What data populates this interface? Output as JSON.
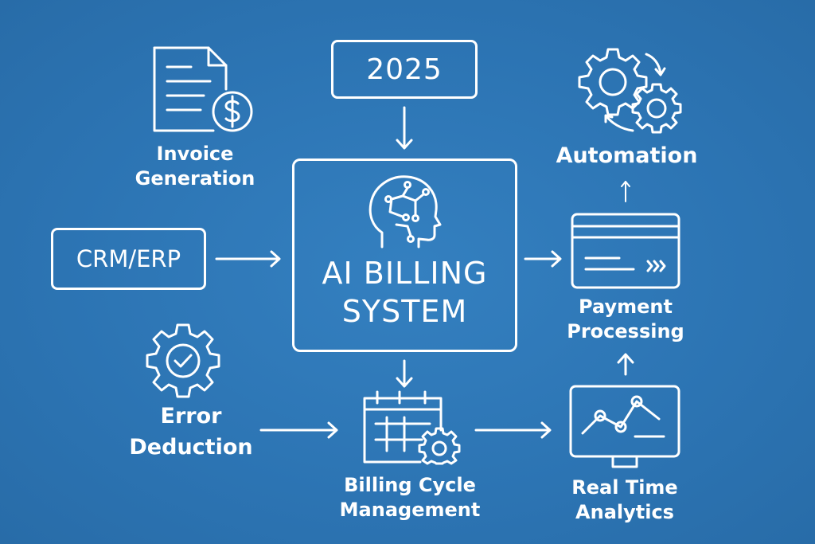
{
  "year": "2025",
  "center": {
    "line1": "AI BILLING",
    "line2": "SYSTEM"
  },
  "crm": "CRM/ERP",
  "invoice": {
    "line1": "Invoice",
    "line2": "Generation"
  },
  "automation": "Automation",
  "payment": {
    "line1": "Payment",
    "line2": "Processing"
  },
  "error": {
    "line1": "Error",
    "line2": "Deduction"
  },
  "billing": {
    "line1": "Billing Cycle",
    "line2": "Management"
  },
  "analytics": {
    "line1": "Real Time",
    "line2": "Analytics"
  },
  "colors": {
    "background": "#2e77b7",
    "stroke": "#ffffff"
  },
  "icons": [
    "invoice-dollar-icon",
    "gears-cycle-icon",
    "ai-head-icon",
    "card-icon",
    "gear-check-icon",
    "calendar-gear-icon",
    "monitor-chart-icon"
  ]
}
